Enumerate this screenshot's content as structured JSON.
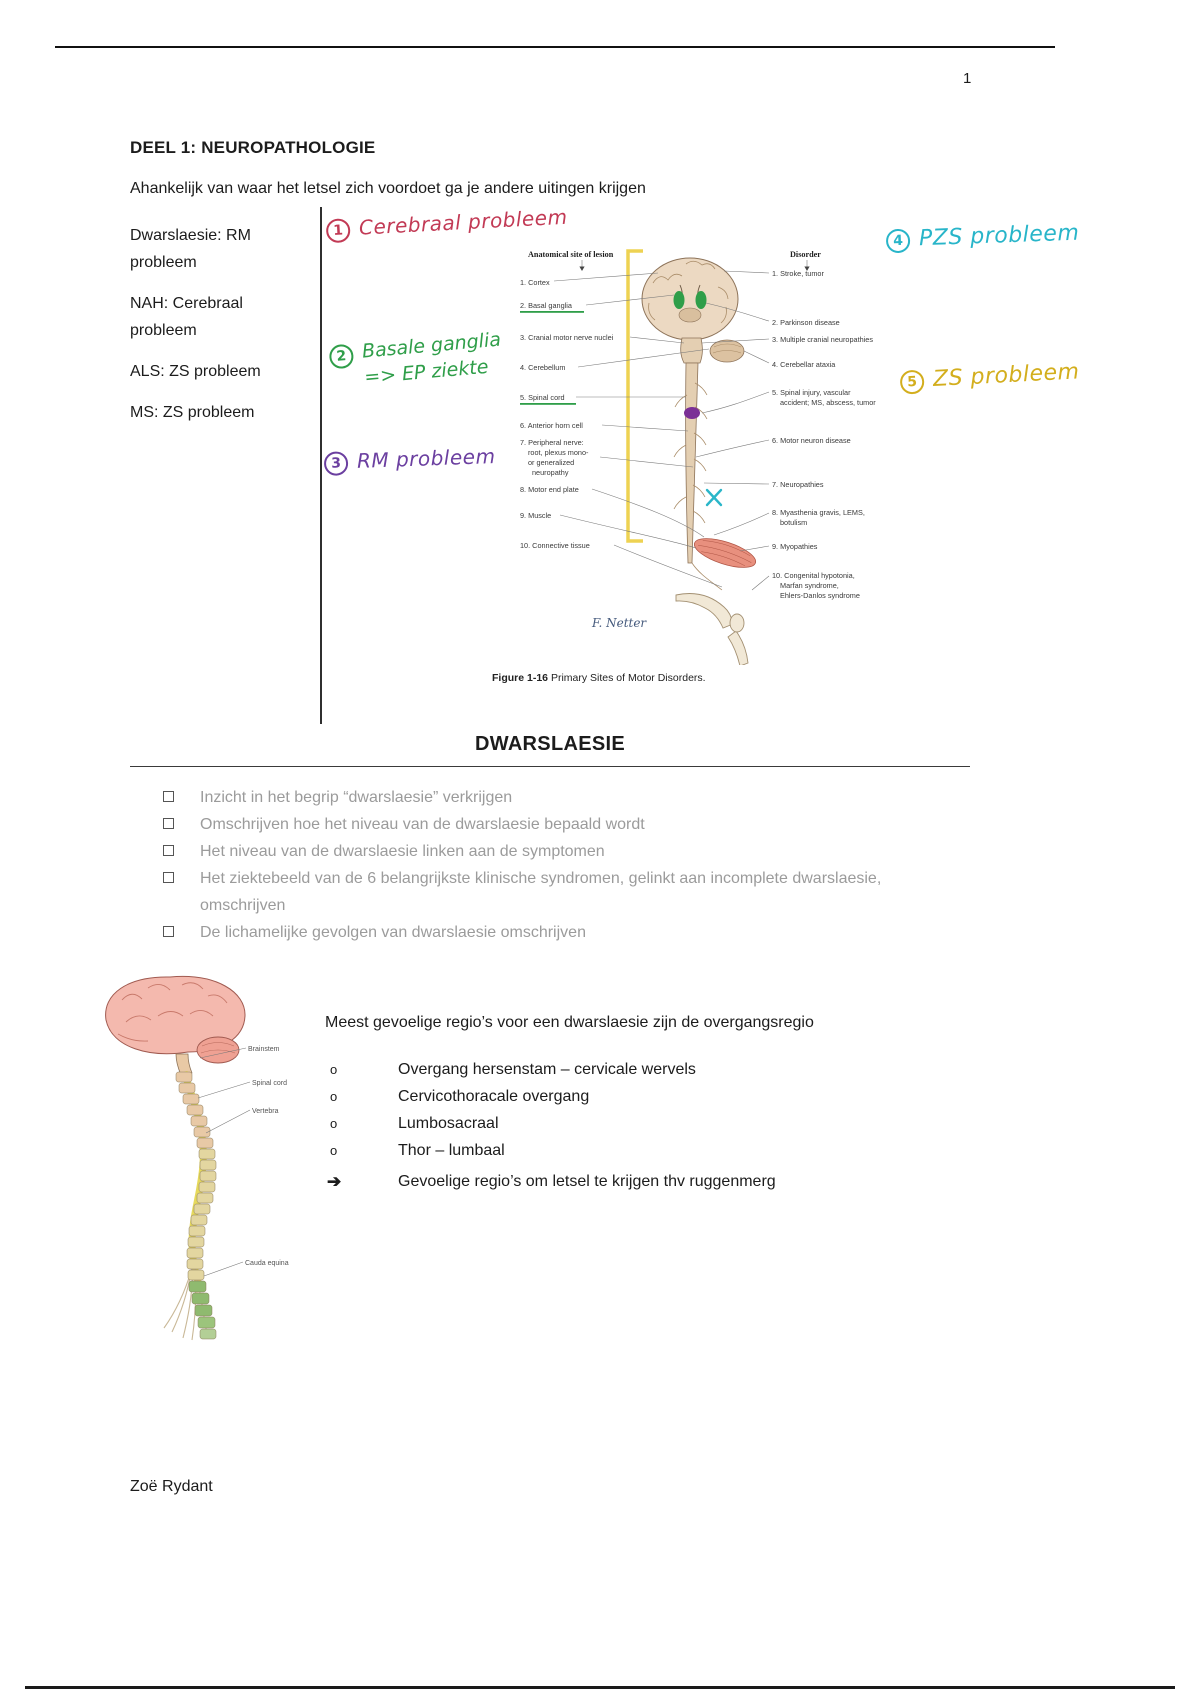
{
  "page": {
    "number": "1",
    "footer": "Zoë Rydant"
  },
  "header": {
    "title": "DEEL 1: NEUROPATHOLOGIE",
    "intro": "Ahankelijk van waar het letsel zich voordoet ga je andere uitingen krijgen"
  },
  "side_notes": [
    "Dwarslaesie:  RM probleem",
    "NAH: Cerebraal probleem",
    "ALS: ZS probleem",
    "MS: ZS probleem"
  ],
  "annotations": {
    "a1": {
      "num": "1",
      "text": "Cerebraal probleem",
      "color": "#c23a55"
    },
    "a2": {
      "num": "2",
      "line1": "Basale ganglia",
      "line2": "=> EP ziekte",
      "color": "#2f9e49"
    },
    "a3": {
      "num": "3",
      "text": "RM probleem",
      "color": "#6b3fa0"
    },
    "a4": {
      "num": "4",
      "text": "PZS probleem",
      "color": "#28b5c9"
    },
    "a5": {
      "num": "5",
      "text": "ZS probleem",
      "color": "#d3ae1d"
    }
  },
  "figure": {
    "site_header": "Anatomical site of lesion",
    "disorder_header": "Disorder",
    "sites": [
      "1. Cortex",
      "2. Basal ganglia",
      "3. Cranial motor nerve nuclei",
      "4. Cerebellum",
      "5. Spinal cord",
      "6. Anterior horn cell",
      [
        "7. Peripheral nerve:",
        "root, plexus mono-",
        "or generalized",
        "neuropathy"
      ],
      "8. Motor end plate",
      "9. Muscle",
      "10. Connective tissue"
    ],
    "disorders": [
      "1. Stroke, tumor",
      "2. Parkinson disease",
      "3. Multiple cranial neuropathies",
      "4. Cerebellar ataxia",
      [
        "5. Spinal injury, vascular",
        "accident; MS, abscess, tumor"
      ],
      "6. Motor neuron disease",
      "7. Neuropathies",
      [
        "8. Myasthenia gravis, LEMS,",
        "botulism"
      ],
      "9. Myopathies",
      [
        "10. Congenital hypotonia,",
        "Marfan syndrome,",
        "Ehlers-Danlos syndrome"
      ]
    ],
    "caption_bold": "Figure 1-16",
    "caption_rest": " Primary Sites of Motor Disorders.",
    "signature": "F. Netter",
    "colors": {
      "bracket": "#eccd3f",
      "lesion": "#7b2f96",
      "x_mark": "#2ab6c9",
      "highlight": "#2f9e49"
    }
  },
  "section": {
    "title": "DWARSLAESIE",
    "objectives": [
      "Inzicht in het begrip “dwarslaesie” verkrijgen",
      "Omschrijven hoe het niveau van de dwarslaesie bepaald wordt",
      "Het niveau van de dwarslaesie linken aan de symptomen",
      "Het ziektebeeld van de 6 belangrijkste klinische syndromen, gelinkt  aan incomplete dwarslaesie, omschrijven",
      "De lichamelijke gevolgen van dwarslaesie omschrijven"
    ]
  },
  "anatomy": {
    "labels": [
      "Brainstem",
      "Spinal cord",
      "Vertebra",
      "Cauda equina"
    ]
  },
  "regions": {
    "intro": "Meest gevoelige regio’s voor een dwarslaesie zijn de overgangsregio",
    "bullet": "o",
    "arrow": "➔",
    "items": [
      "Overgang hersenstam – cervicale wervels",
      "Cervicothoracale overgang",
      "Lumbosacraal",
      "Thor – lumbaal"
    ],
    "conclusion": "Gevoelige regio’s om letsel te krijgen thv ruggenmerg"
  }
}
